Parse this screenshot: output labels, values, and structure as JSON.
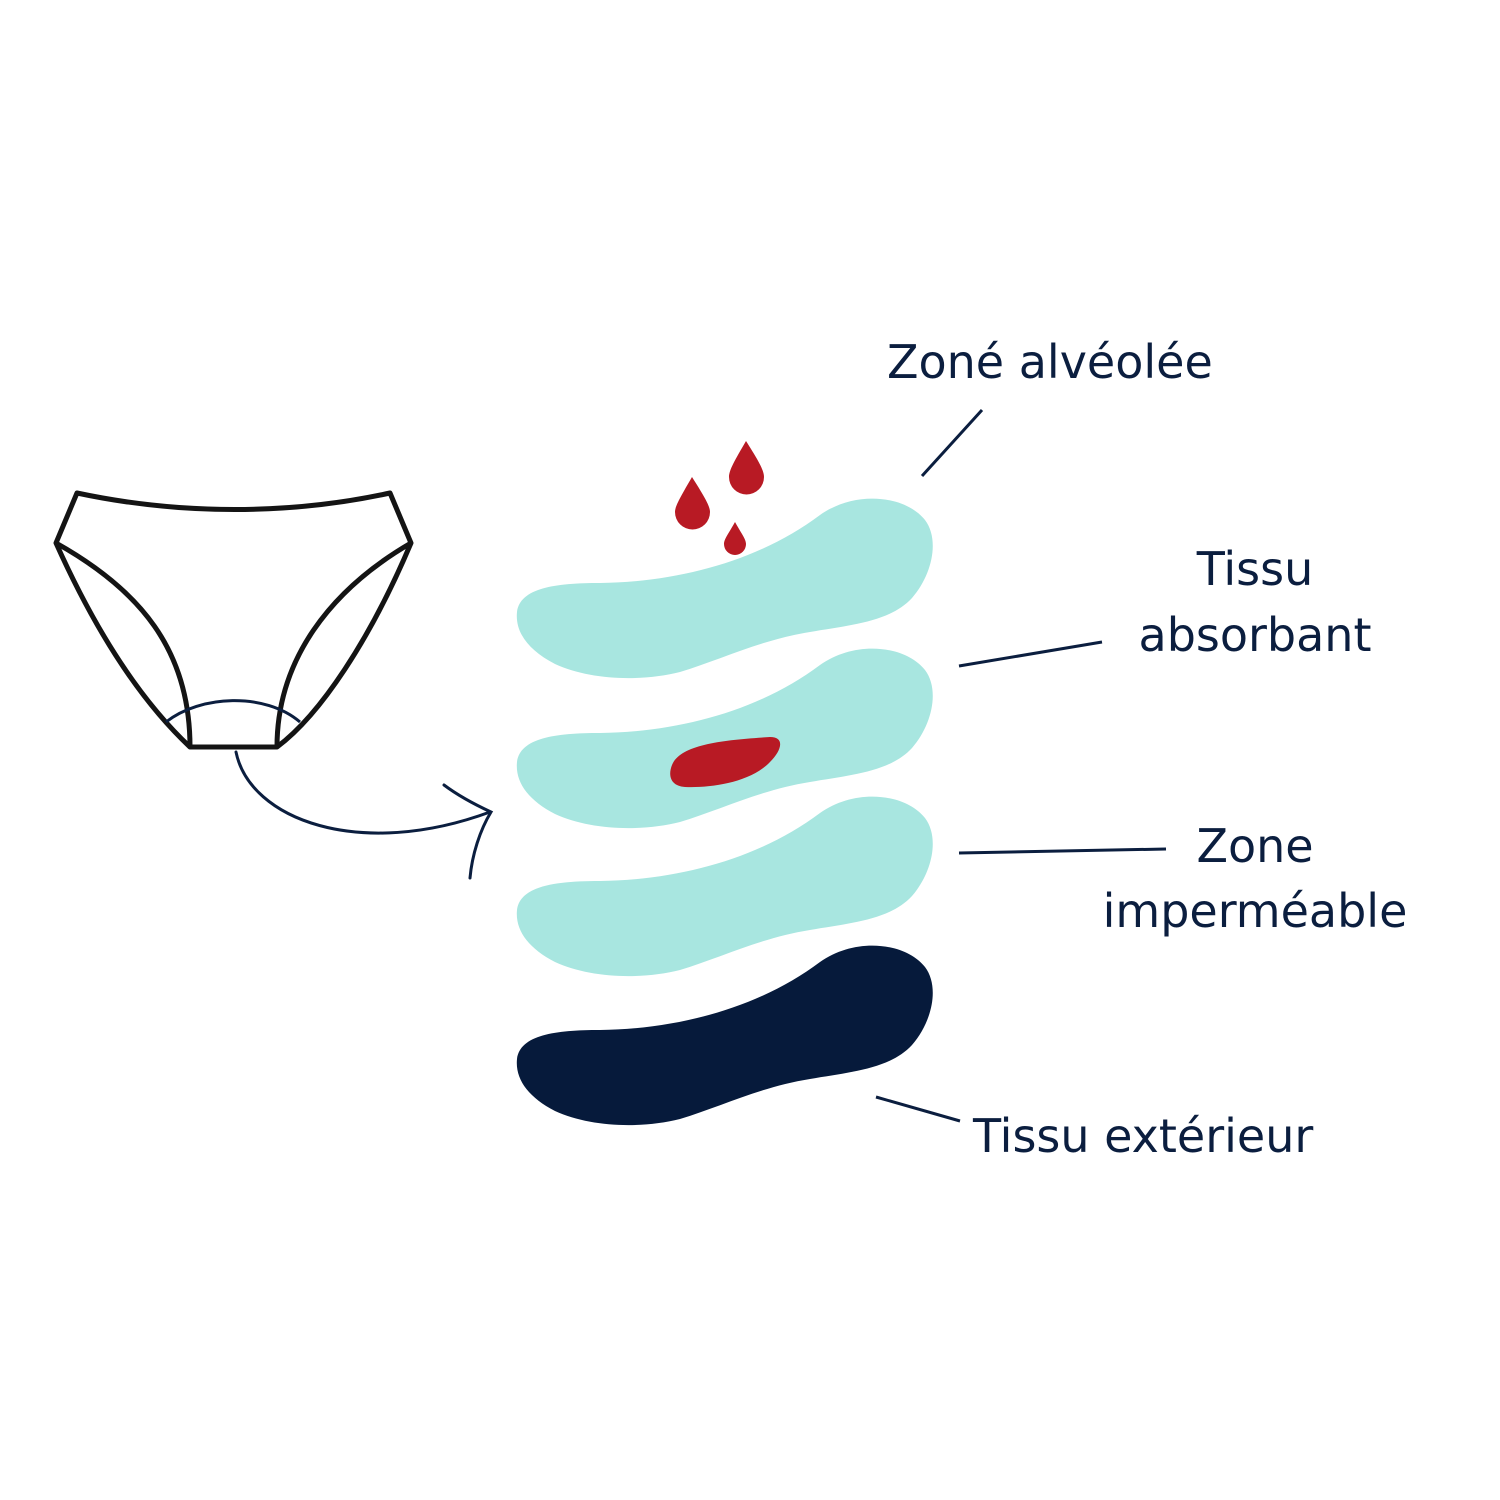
{
  "labels": {
    "top_layer": "Zoné alvéolée",
    "absorbent_line1": "Tissu",
    "absorbent_line2": "absorbant",
    "waterproof_line1": "Zone",
    "waterproof_line2": "imperméable",
    "outer": "Tissu extérieur"
  },
  "colors": {
    "pad_light": "#a8e6e0",
    "pad_dark": "#061a3b",
    "blood": "#b81a24",
    "text": "#0b1e3f",
    "outline": "#141414"
  }
}
